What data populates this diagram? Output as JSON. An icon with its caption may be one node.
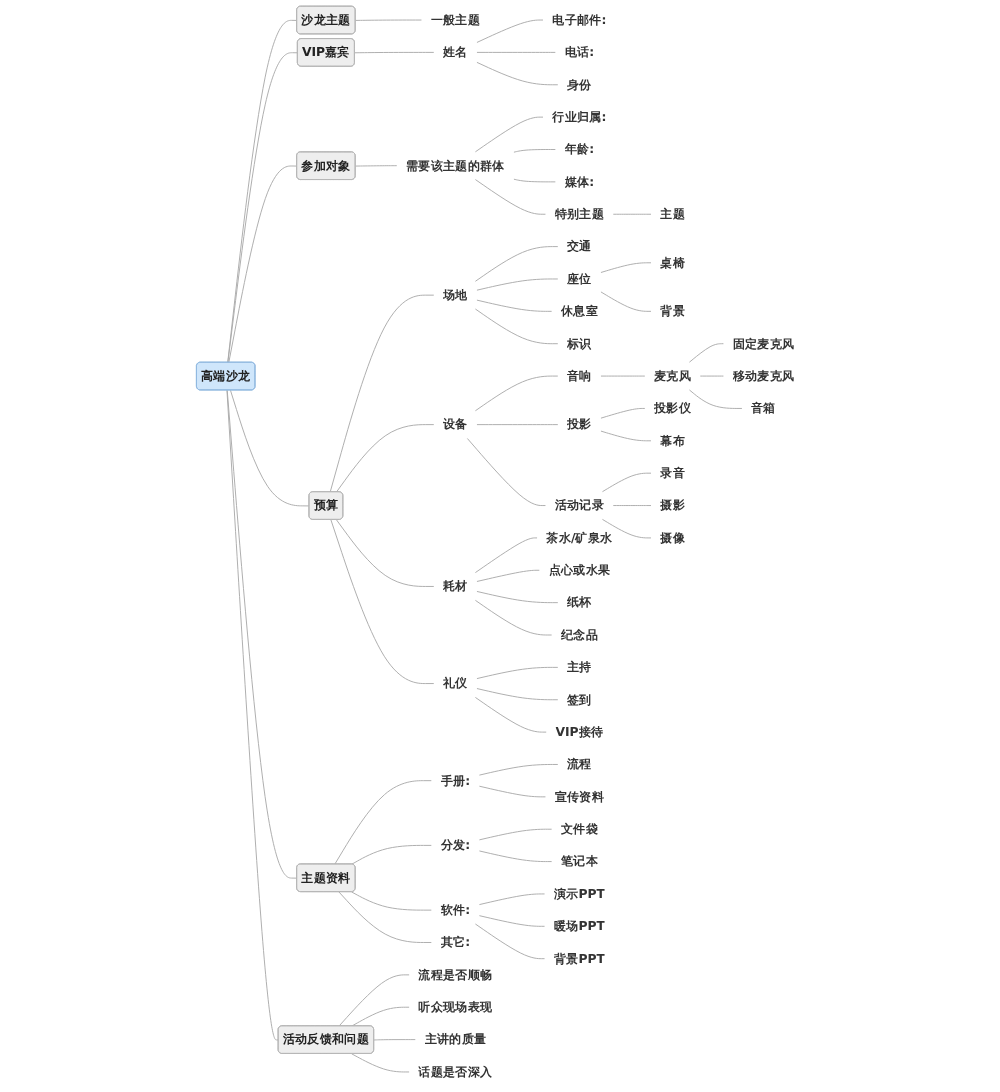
{
  "diagram": {
    "nodes": [
      {
        "text": [
          "高端沙龙"
        ]
      },
      {
        "text": [
          "沙龙主题"
        ]
      },
      {
        "text": [
          "一般主题"
        ]
      },
      {
        "text": [
          "VIP嘉宾"
        ]
      },
      {
        "text": [
          "姓名"
        ]
      },
      {
        "text": [
          "电子邮件:"
        ]
      },
      {
        "text": [
          "电话:"
        ]
      },
      {
        "text": [
          "身份"
        ]
      },
      {
        "text": [
          "参加对象"
        ]
      },
      {
        "text": [
          "需要该主题的群体"
        ]
      },
      {
        "text": [
          "行业归属:"
        ]
      },
      {
        "text": [
          "年龄:"
        ]
      },
      {
        "text": [
          "媒体:"
        ]
      },
      {
        "text": [
          "特别主题"
        ]
      },
      {
        "text": [
          "主题"
        ]
      },
      {
        "text": [
          "预算"
        ]
      },
      {
        "text": [
          "场地"
        ]
      },
      {
        "text": [
          "交通"
        ]
      },
      {
        "text": [
          "座位"
        ]
      },
      {
        "text": [
          "桌椅"
        ]
      },
      {
        "text": [
          "背景"
        ]
      },
      {
        "text": [
          "休息室"
        ]
      },
      {
        "text": [
          "标识"
        ]
      },
      {
        "text": [
          "设备"
        ]
      },
      {
        "text": [
          "音响"
        ]
      },
      {
        "text": [
          "麦克风"
        ]
      },
      {
        "text": [
          "固定麦克风"
        ]
      },
      {
        "text": [
          "移动麦克风"
        ]
      },
      {
        "text": [
          "音箱"
        ]
      },
      {
        "text": [
          "投影"
        ]
      },
      {
        "text": [
          "投影仪"
        ]
      },
      {
        "text": [
          "幕布"
        ]
      },
      {
        "text": [
          "活动记录"
        ]
      },
      {
        "text": [
          "录音"
        ]
      },
      {
        "text": [
          "摄影"
        ]
      },
      {
        "text": [
          "摄像"
        ]
      },
      {
        "text": [
          "耗材"
        ]
      },
      {
        "text": [
          "茶水/矿泉水"
        ]
      },
      {
        "text": [
          "点心或水果"
        ]
      },
      {
        "text": [
          "纸杯"
        ]
      },
      {
        "text": [
          "纪念品"
        ]
      },
      {
        "text": [
          "礼仪"
        ]
      },
      {
        "text": [
          "主持"
        ]
      },
      {
        "text": [
          "签到"
        ]
      },
      {
        "text": [
          "VIP接待"
        ]
      },
      {
        "text": [
          "主题资料"
        ]
      },
      {
        "text": [
          "手册:"
        ]
      },
      {
        "text": [
          "流程"
        ]
      },
      {
        "text": [
          "宣传资料"
        ]
      },
      {
        "text": [
          "分发:"
        ]
      },
      {
        "text": [
          "文件袋"
        ]
      },
      {
        "text": [
          "笔记本"
        ]
      },
      {
        "text": [
          "软件:"
        ]
      },
      {
        "text": [
          "演示PPT"
        ]
      },
      {
        "text": [
          "暖场PPT"
        ]
      },
      {
        "text": [
          "背景PPT"
        ]
      },
      {
        "text": [
          "其它:"
        ]
      },
      {
        "text": [
          "活动反馈和问题"
        ]
      },
      {
        "text": [
          "流程是否顺畅"
        ]
      },
      {
        "text": [
          "听众现场表现"
        ]
      },
      {
        "text": [
          "主讲的质量"
        ]
      },
      {
        "text": [
          "话题是否深入"
        ]
      }
    ],
    "edges": [
      {
        "from": 0,
        "to": 1,
        "arrow": "none"
      },
      {
        "from": 1,
        "to": 2,
        "arrow": "none"
      },
      {
        "from": 0,
        "to": 3,
        "arrow": "none"
      },
      {
        "from": 3,
        "to": 4,
        "arrow": "none"
      },
      {
        "from": 4,
        "to": 5,
        "arrow": "none"
      },
      {
        "from": 4,
        "to": 6,
        "arrow": "none"
      },
      {
        "from": 4,
        "to": 7,
        "arrow": "none"
      },
      {
        "from": 0,
        "to": 8,
        "arrow": "none"
      },
      {
        "from": 8,
        "to": 9,
        "arrow": "none"
      },
      {
        "from": 9,
        "to": 10,
        "arrow": "none"
      },
      {
        "from": 9,
        "to": 11,
        "arrow": "none"
      },
      {
        "from": 9,
        "to": 12,
        "arrow": "none"
      },
      {
        "from": 9,
        "to": 13,
        "arrow": "none"
      },
      {
        "from": 13,
        "to": 14,
        "arrow": "none"
      },
      {
        "from": 0,
        "to": 15,
        "arrow": "none"
      },
      {
        "from": 15,
        "to": 16,
        "arrow": "none"
      },
      {
        "from": 16,
        "to": 17,
        "arrow": "none"
      },
      {
        "from": 16,
        "to": 18,
        "arrow": "none"
      },
      {
        "from": 18,
        "to": 19,
        "arrow": "none"
      },
      {
        "from": 18,
        "to": 20,
        "arrow": "none"
      },
      {
        "from": 16,
        "to": 21,
        "arrow": "none"
      },
      {
        "from": 16,
        "to": 22,
        "arrow": "none"
      },
      {
        "from": 15,
        "to": 23,
        "arrow": "none"
      },
      {
        "from": 23,
        "to": 24,
        "arrow": "none"
      },
      {
        "from": 24,
        "to": 25,
        "arrow": "none"
      },
      {
        "from": 25,
        "to": 26,
        "arrow": "none"
      },
      {
        "from": 25,
        "to": 27,
        "arrow": "none"
      },
      {
        "from": 25,
        "to": 28,
        "arrow": "none"
      },
      {
        "from": 23,
        "to": 29,
        "arrow": "none"
      },
      {
        "from": 29,
        "to": 30,
        "arrow": "none"
      },
      {
        "from": 29,
        "to": 31,
        "arrow": "none"
      },
      {
        "from": 23,
        "to": 32,
        "arrow": "none"
      },
      {
        "from": 32,
        "to": 33,
        "arrow": "none"
      },
      {
        "from": 32,
        "to": 34,
        "arrow": "none"
      },
      {
        "from": 32,
        "to": 35,
        "arrow": "none"
      },
      {
        "from": 15,
        "to": 36,
        "arrow": "none"
      },
      {
        "from": 36,
        "to": 37,
        "arrow": "none"
      },
      {
        "from": 36,
        "to": 38,
        "arrow": "none"
      },
      {
        "from": 36,
        "to": 39,
        "arrow": "none"
      },
      {
        "from": 36,
        "to": 40,
        "arrow": "none"
      },
      {
        "from": 15,
        "to": 41,
        "arrow": "none"
      },
      {
        "from": 41,
        "to": 42,
        "arrow": "none"
      },
      {
        "from": 41,
        "to": 43,
        "arrow": "none"
      },
      {
        "from": 41,
        "to": 44,
        "arrow": "none"
      },
      {
        "from": 0,
        "to": 45,
        "arrow": "none"
      },
      {
        "from": 45,
        "to": 46,
        "arrow": "none"
      },
      {
        "from": 46,
        "to": 47,
        "arrow": "none"
      },
      {
        "from": 46,
        "to": 48,
        "arrow": "none"
      },
      {
        "from": 45,
        "to": 49,
        "arrow": "none"
      },
      {
        "from": 49,
        "to": 50,
        "arrow": "none"
      },
      {
        "from": 49,
        "to": 51,
        "arrow": "none"
      },
      {
        "from": 45,
        "to": 52,
        "arrow": "none"
      },
      {
        "from": 52,
        "to": 53,
        "arrow": "none"
      },
      {
        "from": 52,
        "to": 54,
        "arrow": "none"
      },
      {
        "from": 52,
        "to": 55,
        "arrow": "none"
      },
      {
        "from": 45,
        "to": 56,
        "arrow": "none"
      },
      {
        "from": 0,
        "to": 57,
        "arrow": "none"
      },
      {
        "from": 57,
        "to": 58,
        "arrow": "none"
      },
      {
        "from": 57,
        "to": 59,
        "arrow": "none"
      },
      {
        "from": 57,
        "to": 60,
        "arrow": "none"
      },
      {
        "from": 57,
        "to": 61,
        "arrow": "none"
      }
    ]
  }
}
